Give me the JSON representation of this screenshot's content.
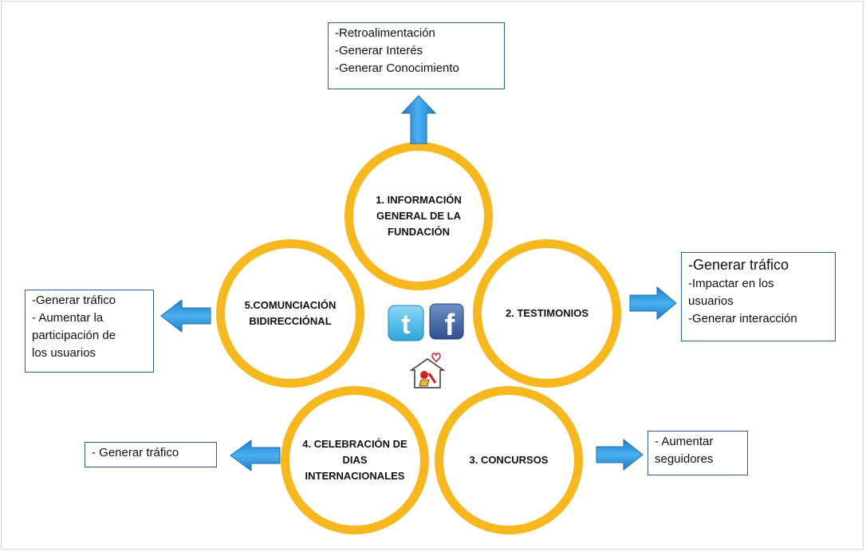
{
  "circles": {
    "c1": [
      "1. INFORMACIÓN",
      "GENERAL DE LA",
      "FUNDACIÓN"
    ],
    "c2": [
      "2. TESTIMONIOS"
    ],
    "c3": [
      "3. CONCURSOS"
    ],
    "c4": [
      "4. CELEBRACIÓN DE",
      "DIAS",
      "INTERNACIONALES"
    ],
    "c5": [
      "5.COMUNCIACIÓN",
      "BIDIRECCIÓNAL"
    ]
  },
  "boxes": {
    "top": [
      "-Retroalimentación",
      "-Generar Interés",
      "-Generar Conocimiento"
    ],
    "right": [
      "-Generar tráfico",
      "-Impactar en los",
      "usuarios",
      "-Generar  interacción"
    ],
    "left": [
      "-Generar tráfico",
      "- Aumentar la",
      "participación de",
      "los usuarios"
    ],
    "bottom_left": [
      "- Generar tráfico"
    ],
    "bottom_right": [
      "- Aumentar",
      "seguidores"
    ]
  },
  "logos": {
    "twitter": "t",
    "facebook": "f"
  },
  "colors": {
    "circle_border": "#f6b81e",
    "arrow": "#2b8fd8",
    "box_border": "#2c5c93"
  }
}
